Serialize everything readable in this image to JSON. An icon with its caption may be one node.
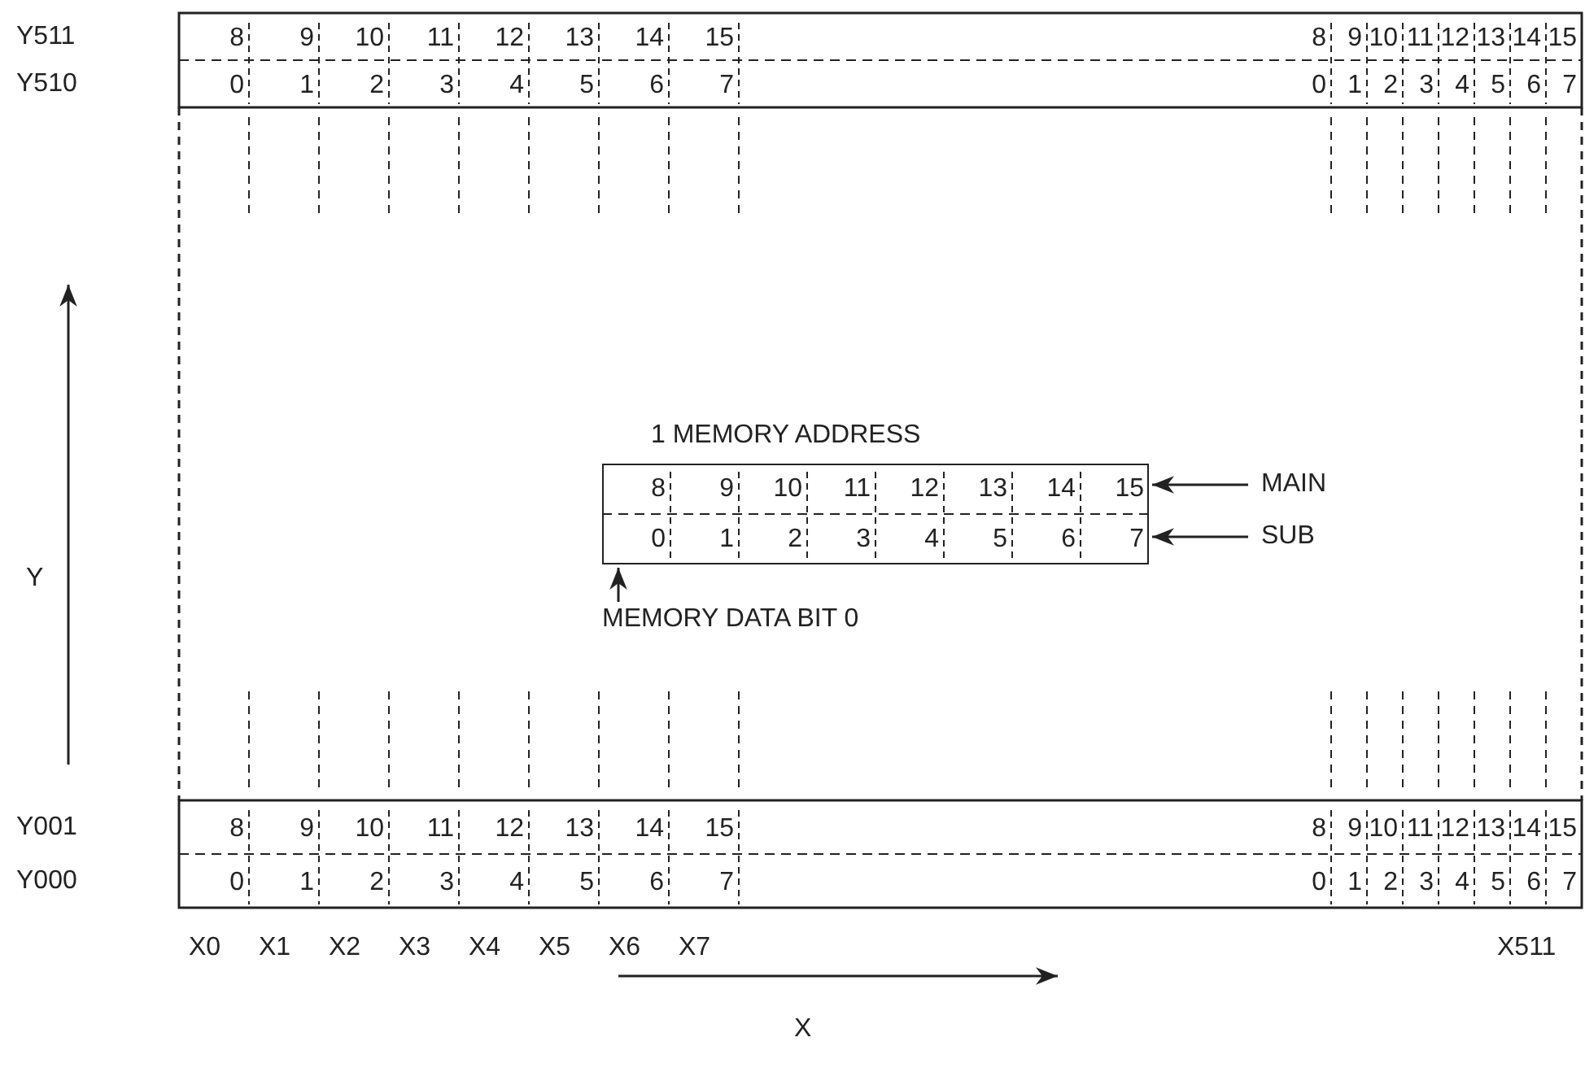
{
  "diagram": {
    "nodes": [
      {
        "text": [
          "1 MEMORY ADDRESS"
        ]
      },
      {
        "text": [
          "MAIN"
        ]
      },
      {
        "text": [
          "SUB"
        ]
      },
      {
        "text": [
          "MEMORY DATA BIT 0"
        ]
      }
    ],
    "edges": [
      {
        "from": 1,
        "to": 0,
        "arrow": "to"
      },
      {
        "from": 2,
        "to": 0,
        "arrow": "to"
      },
      {
        "from": 3,
        "to": 0,
        "arrow": "to"
      }
    ],
    "labels": [
      "Y511",
      "8",
      "9",
      "10",
      "11",
      "12",
      "13",
      "14",
      "15",
      "8",
      "9",
      "10",
      "11",
      "12",
      "13",
      "14",
      "15",
      "Y510",
      "0",
      "1",
      "2",
      "3",
      "4",
      "5",
      "6",
      "7",
      "0",
      "1",
      "2",
      "3",
      "4",
      "5",
      "6",
      "7",
      "Y",
      "8",
      "9",
      "10",
      "11",
      "12",
      "13",
      "14",
      "15",
      "0",
      "1",
      "2",
      "3",
      "4",
      "5",
      "6",
      "7",
      "Y001",
      "8",
      "9",
      "10",
      "11",
      "12",
      "13",
      "14",
      "15",
      "8",
      "9",
      "10",
      "11",
      "12",
      "13",
      "14",
      "15",
      "Y000",
      "0",
      "1",
      "2",
      "3",
      "4",
      "5",
      "6",
      "7",
      "0",
      "1",
      "2",
      "3",
      "4",
      "5",
      "6",
      "7",
      "X0",
      "X1",
      "X2",
      "X3",
      "X4",
      "X5",
      "X6",
      "X7",
      "X511",
      "X"
    ]
  }
}
